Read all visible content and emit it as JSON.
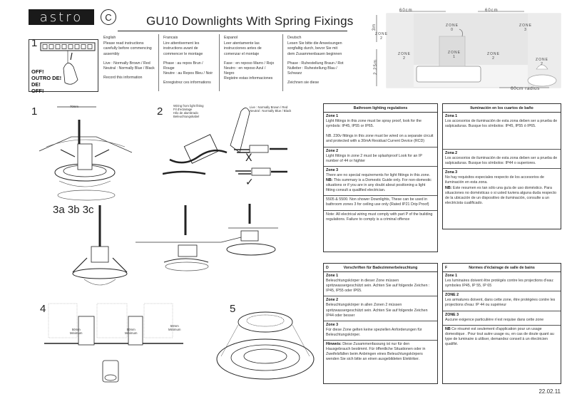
{
  "header": {
    "logo": "astro",
    "copyright_symbol": "C",
    "title": "GU10 Downlights With Spring Fixings"
  },
  "languages": [
    {
      "name": "English",
      "p1": "Please read instructions carefully before commencing assembly",
      "p2": "Live : Normally Brown / Red\nNeutral : Normally Blue / Black",
      "p3": "Record this information"
    },
    {
      "name": "Francais",
      "p1": "Lire attentivement les instructions avant de commencer le montage",
      "p2": "Phase : au repos Brun / Rouge\nNeutre : au Repos Bleu / Noir",
      "p3": "Enregistrez ces informations"
    },
    {
      "name": "Espanol",
      "p1": "Leer atentamente las instrucciones antes de comenzar el montaje",
      "p2": "Fase : en reposo Marro / Rojo\nNeutro : en reposo Azul / Negro\nRegistre estas informaciones",
      "p3": ""
    },
    {
      "name": "Deutsch",
      "p1": "Lesen Sie bitte die Anweisungen sorgfaltig durch, bevor Sie mit dem Zusammenbauen beginnen",
      "p2": "Phase : Ruhestellung Braun / Rot\nNulleiter : Ruhestellung Blau / Schwarz",
      "p3": "Zeichnen sie diese"
    }
  ],
  "step1_top": {
    "number": "1",
    "off_lines": [
      "OFF!",
      "OUTRO DE!",
      "DE!",
      "OFF!"
    ]
  },
  "bathroom_diagram": {
    "dim_top_left": "60cm",
    "dim_top_right": "60cm",
    "dim_left_upper": "3m",
    "dim_left_lower": "2.25m",
    "dim_radius": "60cm radius",
    "zones": [
      "ZONE 2",
      "ZONE 3",
      "ZONE 2",
      "ZONE 1",
      "ZONE 2",
      "ZONE 2",
      "ZONE 0"
    ]
  },
  "steps": {
    "s1": "1",
    "s1_dim": "70mm",
    "s2": "2",
    "s2_label": "Wiring from light fitting\nFil d'eclairage\nHilo de alumbrado\nBeleuchtungskabel",
    "s2_note": "Live : Normally Brown / Red\nNeutral : Normally Blue / Black",
    "s3": "3a 3b 3c",
    "s4": "4",
    "s4_dims": [
      "50mm\nMinimum",
      "50mm\nMinimum",
      "50mm\nMinimum"
    ],
    "s5": "5",
    "cross": "X",
    "tick": "✓"
  },
  "box_en": {
    "heading": "Bathroom lighting regulations",
    "sections": [
      {
        "title": "Zone 1",
        "text": "Light fittings in this zone must be spray proof, look for the symbols: IP45, IP55 or IP65."
      },
      {
        "title": "",
        "text": "NB. 230v fittings in this zone must be wired on a separate circuit and protected with a 30mA Residual Current Device (RCD)"
      },
      {
        "title": "Zone 2",
        "text": "Light fittings in zone 2 must be splashproof Look for an IP number of 44 or highter"
      },
      {
        "title": "Zone 3",
        "text": "There are no special requirements for light fittings in this zone."
      },
      {
        "title": "NB:",
        "text": "This summary is a Domestic Guide only. For non-domestic situations or if you are in any doubt about positioning a light fitting consult a qualified electrician."
      },
      {
        "title": "",
        "text": "5505 & 5506: Non shower Downlights, These can be used in bathroom zones 3 for ceiling use only (Rated IP21 Drip Proof)"
      },
      {
        "title": "",
        "text": "Note: All electrical wiring must comply with part P of the building regulations. Failure to comply is a criminal offence"
      }
    ]
  },
  "box_es": {
    "heading": "Iluminación en los cuartos de baño",
    "sections": [
      {
        "title": "Zona 1",
        "text": "Los accesorios de iluminación de esta zona deben ser a prueba de salpicaduras. Busque los símbolos: IP45, IP55 ó IP65."
      },
      {
        "title": "Zona 2",
        "text": "Los accesorios de iluminación de esta zona deben ser a prueba de salpicaduras. Busque los símbolos: IP44 o superiores."
      },
      {
        "title": "Zona 3",
        "text": "No hay requisitos especiales respecto de los accesorios de iluminación en esta zona."
      },
      {
        "title": "NB:",
        "text": "Este resumen es tan sólo una guía de uso doméstico. Para situaciones no domésticas o si usted tuviera alguna duda respecto de la ubicación de un dispositivo de iluminación, consulte a un electricista cualificado."
      }
    ]
  },
  "box_de": {
    "letter": "D",
    "heading": "Vorschriften für Badezimmerbeleuchtung",
    "sections": [
      {
        "title": "Zone 1",
        "text": "Beleuchtungskörper in dieser Zone müssen spritzwassergeschützt sein. Achten Sie auf folgende Zeichen : IP45, IP55 oder IP65."
      },
      {
        "title": "Zone 2",
        "text": "Beleuchtungskörper in allen Zonen 2 müssen spritzwassergeschützt sein. Achten Sie auf folgende Zeichen IP44 oder besser"
      },
      {
        "title": "Zone 3",
        "text": "Für diese Zone gelten keine speziellen Anforderungen für Beleuchtungskörper."
      },
      {
        "title": "Hinweis:",
        "text": "Diese Zusammenfassung ist nur für den Hausgebrauch bestimmt. Für öffentliche Situationen oder in Zweifelsfällen beim Anbringen eines Beleuchtungskörpers wenden Sie sich bitte an einen ausgebildeten Elektriker."
      }
    ]
  },
  "box_fr": {
    "letter": "F",
    "heading": "Normes d'éclairage de salle de bains",
    "sections": [
      {
        "title": "Zone 1",
        "text": "Les luminaires doivent être protégés contre les projections d'eau: symboles IP45, IP 55, IP 65"
      },
      {
        "title": "ZONE 2",
        "text": "Les armatures doivent, dans cette zone, être protégées contre les projections d'eau: IP 44 ou supérieur"
      },
      {
        "title": "ZONE 3",
        "text": "Aucune exigence particulière n'est requise dans cette zone"
      },
      {
        "title": "NB",
        "text": "Ce résumé est seulement d'application pour un usage domestique . Pour tout autre usage ou, en cas de doute quant au type de luminaire à utiliser, demandez conseil à un électricien qualifié."
      }
    ]
  },
  "footer": {
    "date": "22.02.11"
  }
}
